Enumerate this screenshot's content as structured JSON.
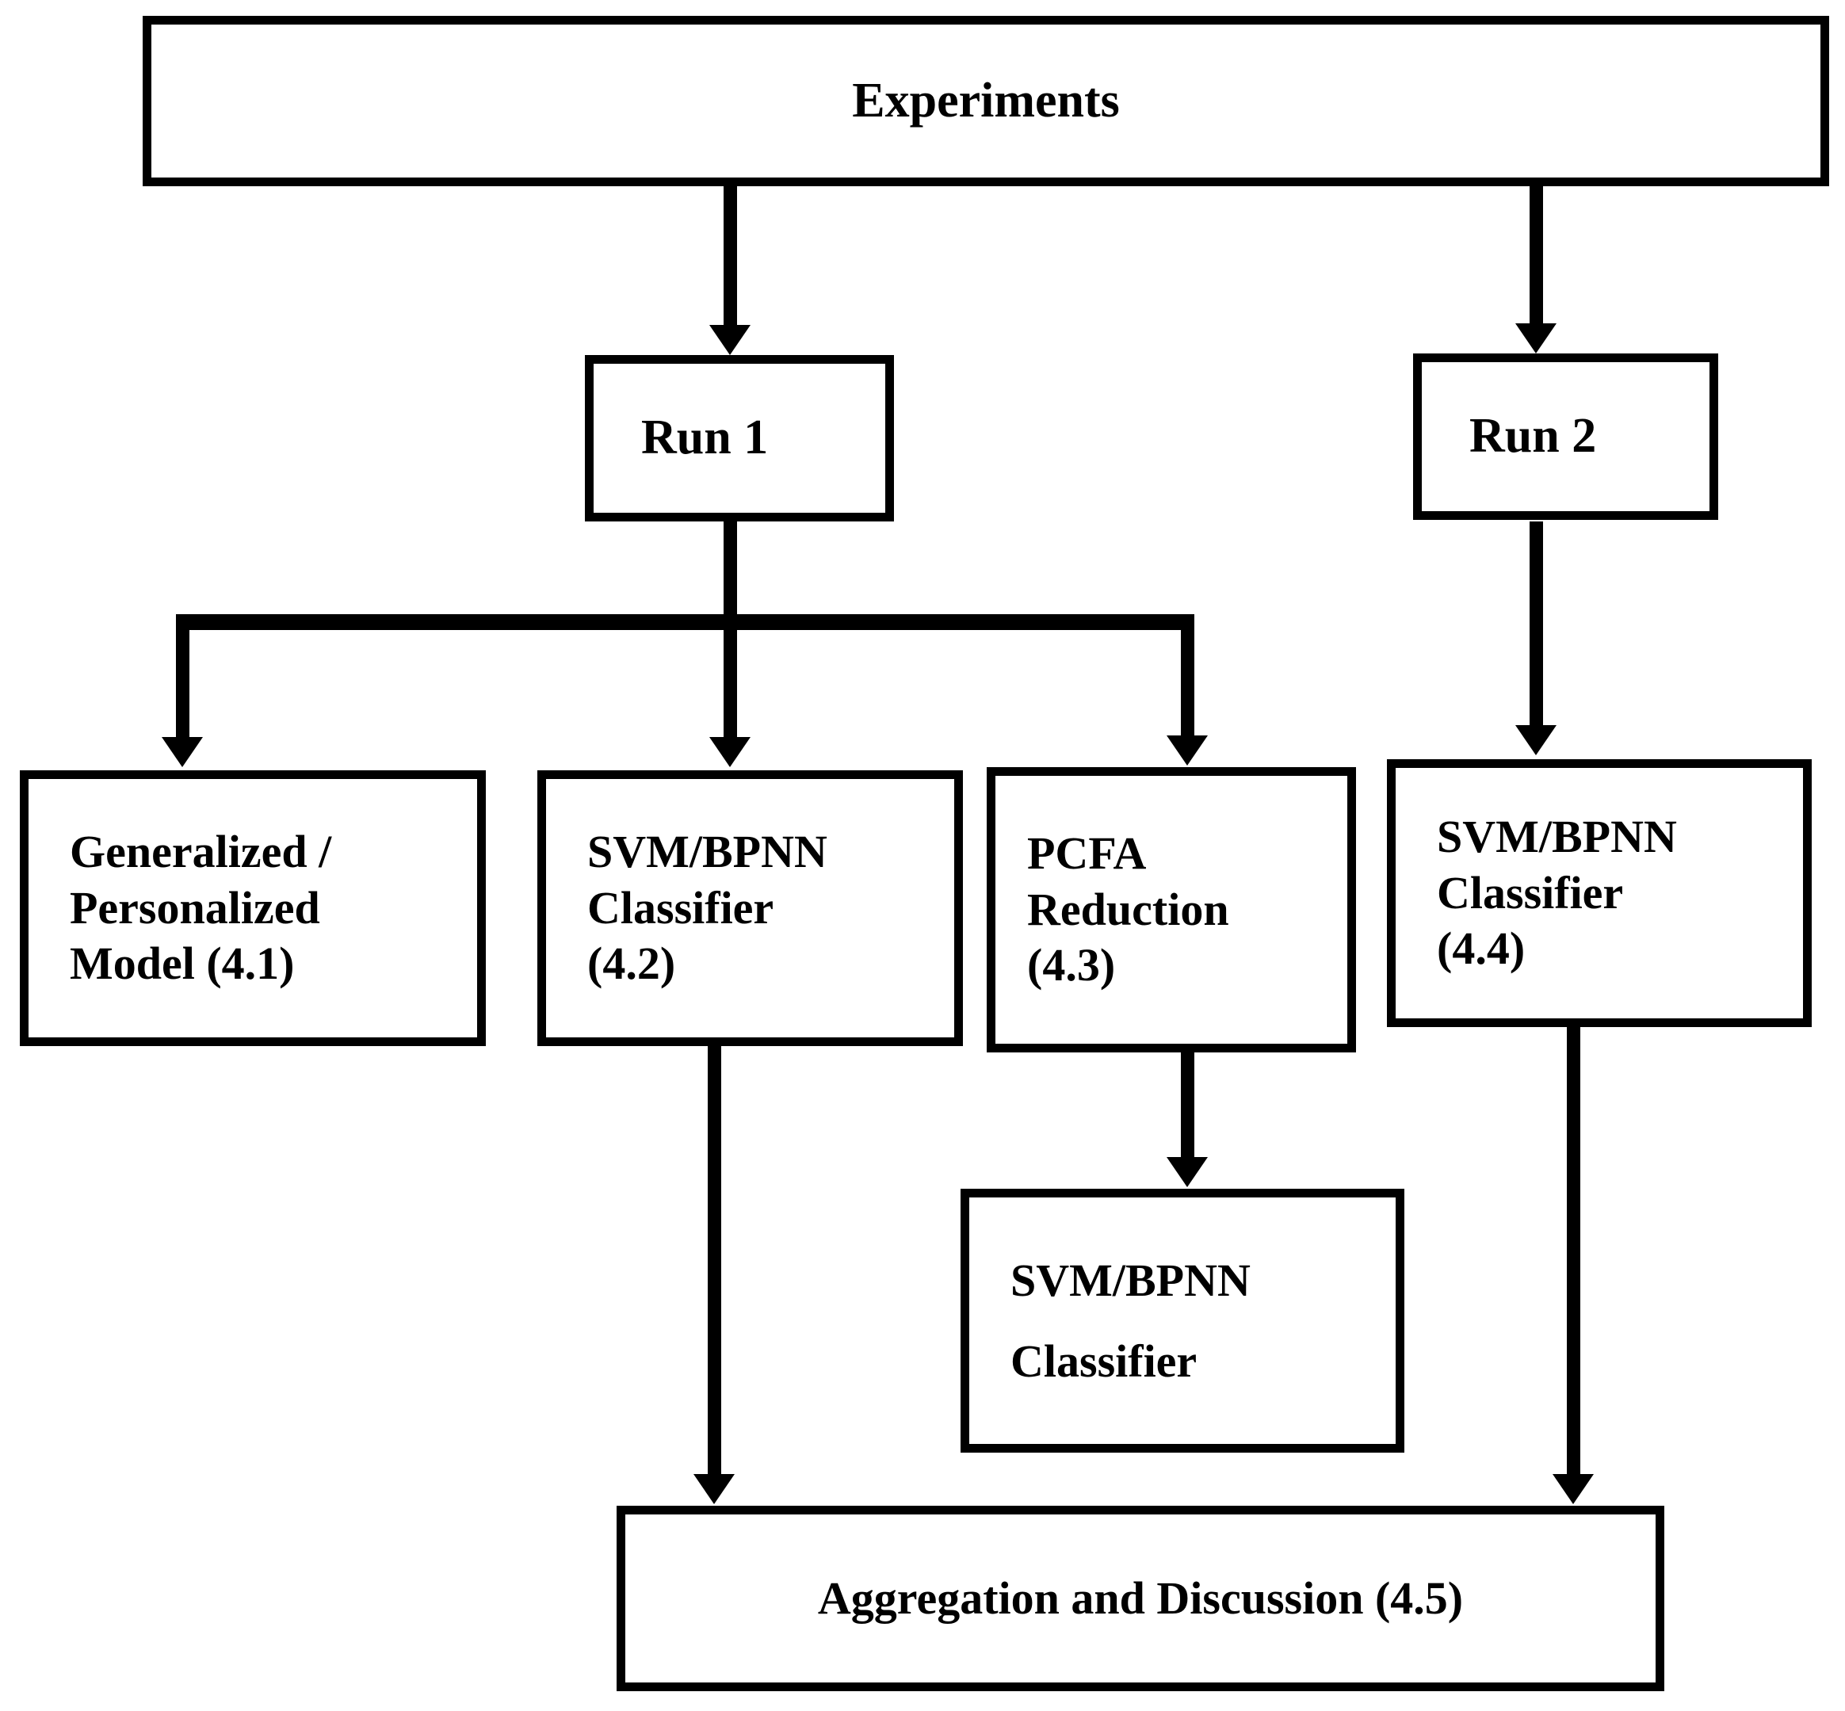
{
  "diagram": {
    "title": "Experiments flowchart",
    "line_color": "#000000",
    "box_fill": "#ffffff",
    "nodes": {
      "experiments": {
        "label": "Experiments"
      },
      "run1": {
        "label": "Run 1"
      },
      "run2": {
        "label": "Run 2"
      },
      "model41": {
        "label": "Generalized /\nPersonalized\nModel (4.1)"
      },
      "clf42": {
        "label": "SVM/BPNN\nClassifier\n(4.2)"
      },
      "pcfa43": {
        "label": "PCFA\nReduction\n(4.3)"
      },
      "clf44": {
        "label": "SVM/BPNN\nClassifier\n(4.4)"
      },
      "clf_lower": {
        "label": "SVM/BPNN\nClassifier"
      },
      "aggregation": {
        "label": "Aggregation and Discussion (4.5)"
      }
    },
    "edges": [
      {
        "from": "experiments",
        "to": "run1"
      },
      {
        "from": "experiments",
        "to": "run2"
      },
      {
        "from": "run1",
        "to": "model41"
      },
      {
        "from": "run1",
        "to": "clf42"
      },
      {
        "from": "run1",
        "to": "pcfa43"
      },
      {
        "from": "run2",
        "to": "clf44"
      },
      {
        "from": "pcfa43",
        "to": "clf_lower"
      },
      {
        "from": "clf42",
        "to": "aggregation"
      },
      {
        "from": "clf44",
        "to": "aggregation"
      }
    ]
  }
}
